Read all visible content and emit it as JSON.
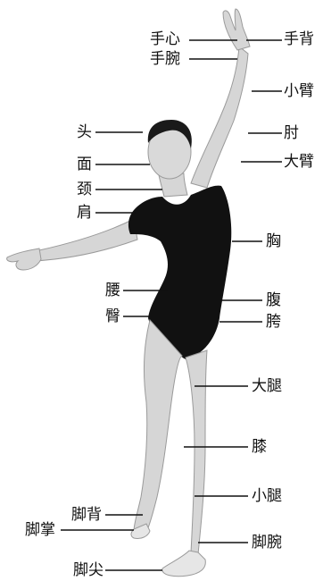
{
  "labels": {
    "palm": "手心",
    "wrist": "手腕",
    "hand_back": "手背",
    "forearm": "小臂",
    "elbow": "肘",
    "upper_arm": "大臂",
    "head": "头",
    "face": "面",
    "neck": "颈",
    "shoulder": "肩",
    "chest": "胸",
    "waist": "腰",
    "abdomen": "腹",
    "buttocks": "臀",
    "hip": "胯",
    "thigh": "大腿",
    "knee": "膝",
    "calf": "小腿",
    "instep": "脚背",
    "sole": "脚掌",
    "ankle": "脚腕",
    "toe_tip": "脚尖"
  },
  "colors": {
    "skin": "#d9d9d9",
    "leotard": "#111111",
    "hair": "#1a1a1a",
    "line": "#111111"
  }
}
